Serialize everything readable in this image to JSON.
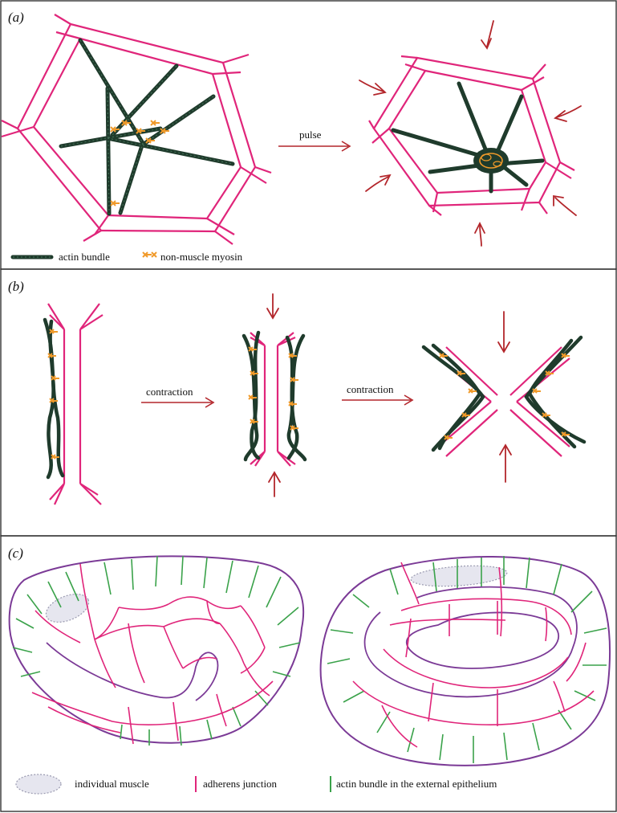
{
  "figure": {
    "panels": [
      {
        "id": "a",
        "letter": "(a)",
        "arrow_label": "pulse",
        "legend": {
          "actin": "actin bundle",
          "myosin": "non-muscle myosin"
        }
      },
      {
        "id": "b",
        "letter": "(b)",
        "arrow_label_1": "contraction",
        "arrow_label_2": "contraction"
      },
      {
        "id": "c",
        "letter": "(c)",
        "legend": {
          "muscle": "individual muscle",
          "junction": "adherens junction",
          "epithelium_actin": "actin bundle in the external epithelium"
        }
      }
    ]
  },
  "colors": {
    "junction": "#e0257a",
    "actin": "#1f3b2c",
    "myosin": "#f09a2a",
    "force_arrow": "#b3262b",
    "outline": "#7b3a96",
    "epithelium_actin": "#3aa24a",
    "muscle_fill": "#e6e6ef",
    "frame": "#333333"
  }
}
